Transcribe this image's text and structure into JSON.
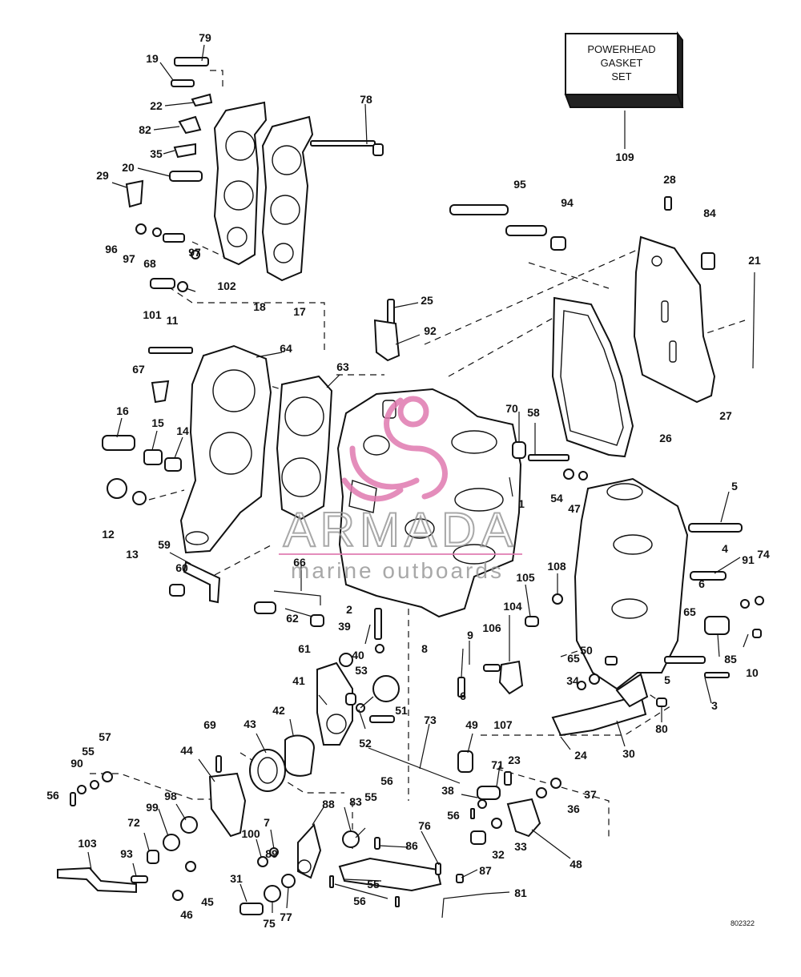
{
  "gasket_set": {
    "line1": "POWERHEAD",
    "line2": "GASKET",
    "line3": "SET",
    "callout": "109"
  },
  "watermark": {
    "brand": "ARMADA",
    "tagline": "marine outboards",
    "color": "#e07ab0"
  },
  "figure_code": "802322",
  "callouts": [
    "79",
    "19",
    "22",
    "82",
    "35",
    "20",
    "29",
    "96",
    "97",
    "68",
    "97",
    "101",
    "102",
    "18",
    "17",
    "78",
    "11",
    "64",
    "67",
    "16",
    "15",
    "14",
    "63",
    "12",
    "13",
    "59",
    "60",
    "66",
    "62",
    "61",
    "2",
    "39",
    "40",
    "41",
    "53",
    "51",
    "52",
    "42",
    "43",
    "44",
    "69",
    "57",
    "55",
    "90",
    "56",
    "98",
    "99",
    "72",
    "93",
    "103",
    "46",
    "45",
    "100",
    "7",
    "89",
    "88",
    "31",
    "75",
    "77",
    "83",
    "55",
    "56",
    "73",
    "38",
    "49",
    "71",
    "23",
    "37",
    "36",
    "56",
    "33",
    "32",
    "48",
    "76",
    "86",
    "55",
    "56",
    "87",
    "81",
    "95",
    "94",
    "25",
    "92",
    "28",
    "84",
    "21",
    "27",
    "26",
    "70",
    "58",
    "54",
    "47",
    "1",
    "5",
    "4",
    "6",
    "91",
    "74",
    "108",
    "105",
    "104",
    "106",
    "9",
    "8",
    "6",
    "107",
    "65",
    "85",
    "10",
    "50",
    "65",
    "34",
    "5",
    "3",
    "80",
    "24",
    "30"
  ]
}
